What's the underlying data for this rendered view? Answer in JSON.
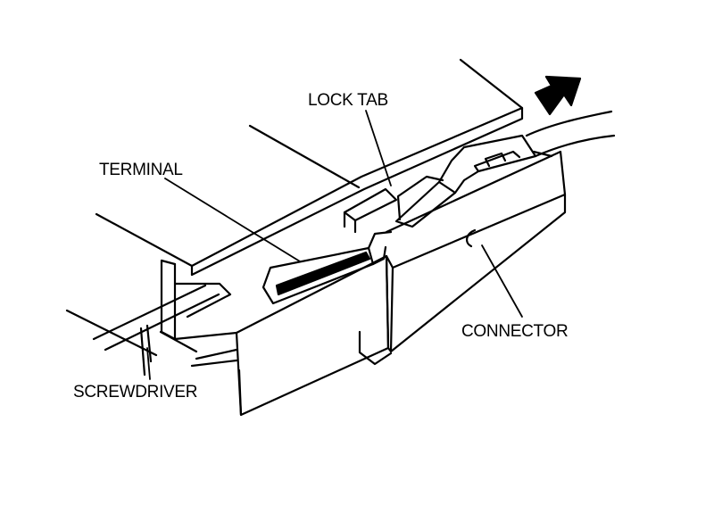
{
  "labels": {
    "lock_tab": "LOCK TAB",
    "terminal": "TERMINAL",
    "connector": "CONNECTOR",
    "screwdriver": "SCREWDRIVER"
  },
  "colors": {
    "ink": "#000000",
    "paper": "#ffffff"
  },
  "icons": {
    "direction": "arrow-icon"
  }
}
